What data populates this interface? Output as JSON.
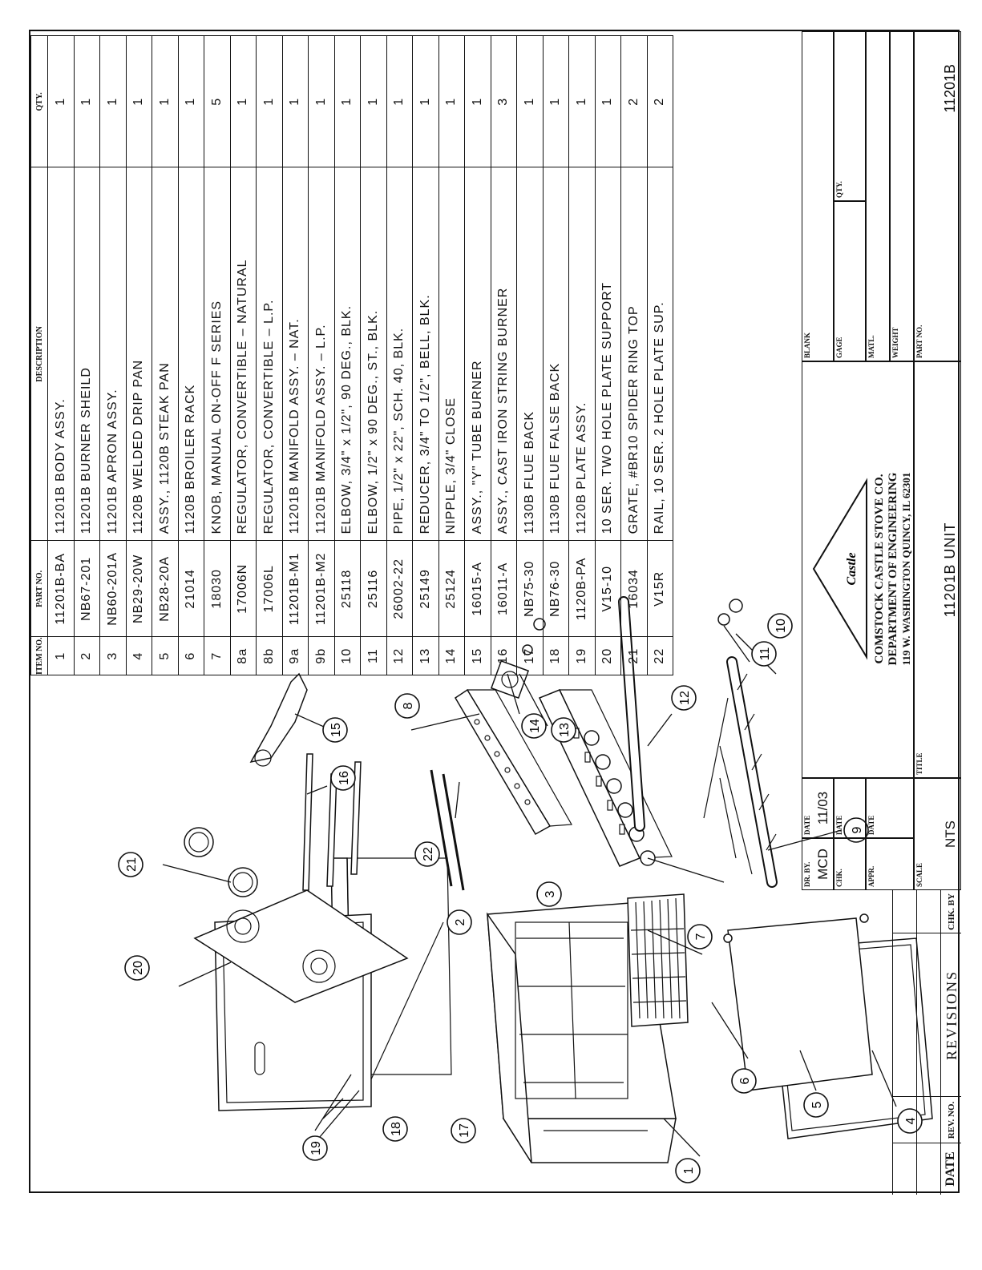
{
  "table": {
    "headers": {
      "item": "ITEM NO.",
      "part": "PART NO.",
      "desc": "DESCRIPTION",
      "qty": "QTY."
    },
    "rows": [
      {
        "item": "1",
        "part": "11201B-BA",
        "desc": "11201B BODY ASSY.",
        "qty": "1"
      },
      {
        "item": "2",
        "part": "NB67-201",
        "desc": "11201B BURNER SHEILD",
        "qty": "1"
      },
      {
        "item": "3",
        "part": "NB60-201A",
        "desc": "11201B APRON ASSY.",
        "qty": "1"
      },
      {
        "item": "4",
        "part": "NB29-20W",
        "desc": "1120B WELDED DRIP PAN",
        "qty": "1"
      },
      {
        "item": "5",
        "part": "NB28-20A",
        "desc": "ASSY., 1120B STEAK PAN",
        "qty": "1"
      },
      {
        "item": "6",
        "part": "21014",
        "desc": "1120B BROILER RACK",
        "qty": "1"
      },
      {
        "item": "7",
        "part": "18030",
        "desc": "KNOB, MANUAL ON-OFF F SERIES",
        "qty": "5"
      },
      {
        "item": "8a",
        "part": "17006N",
        "desc": "REGULATOR, CONVERTIBLE – NATURAL",
        "qty": "1"
      },
      {
        "item": "8b",
        "part": "17006L",
        "desc": "REGULATOR, CONVERTIBLE – L.P.",
        "qty": "1"
      },
      {
        "item": "9a",
        "part": "11201B-M1",
        "desc": "11201B MANIFOLD ASSY. – NAT.",
        "qty": "1"
      },
      {
        "item": "9b",
        "part": "11201B-M2",
        "desc": "11201B MANIFOLD ASSY. – L.P.",
        "qty": "1"
      },
      {
        "item": "10",
        "part": "25118",
        "desc": "ELBOW, 3/4\" x 1/2\", 90 DEG., BLK.",
        "qty": "1"
      },
      {
        "item": "11",
        "part": "25116",
        "desc": "ELBOW, 1/2\" x 90 DEG., ST., BLK.",
        "qty": "1"
      },
      {
        "item": "12",
        "part": "26002-22",
        "desc": "PIPE, 1/2\" x 22\", SCH. 40, BLK.",
        "qty": "1"
      },
      {
        "item": "13",
        "part": "25149",
        "desc": "REDUCER, 3/4\" TO 1/2\", BELL, BLK.",
        "qty": "1"
      },
      {
        "item": "14",
        "part": "25124",
        "desc": "NIPPLE, 3/4\" CLOSE",
        "qty": "1"
      },
      {
        "item": "15",
        "part": "16015-A",
        "desc": "ASSY., \"Y\" TUBE BURNER",
        "qty": "1"
      },
      {
        "item": "16",
        "part": "16011-A",
        "desc": "ASSY., CAST IRON STRING BURNER",
        "qty": "3"
      },
      {
        "item": "17",
        "part": "NB75-30",
        "desc": "1130B FLUE BACK",
        "qty": "1"
      },
      {
        "item": "18",
        "part": "NB76-30",
        "desc": "1130B FLUE FALSE BACK",
        "qty": "1"
      },
      {
        "item": "19",
        "part": "1120B-PA",
        "desc": "1120B PLATE ASSY.",
        "qty": "1"
      },
      {
        "item": "20",
        "part": "V15-10",
        "desc": "10 SER. TWO HOLE PLATE SUPPORT",
        "qty": "1"
      },
      {
        "item": "21",
        "part": "16034",
        "desc": "GRATE, #BR10 SPIDER RING TOP",
        "qty": "2"
      },
      {
        "item": "22",
        "part": "V15R",
        "desc": "RAIL, 10 SER. 2 HOLE PLATE SUP.",
        "qty": "2"
      }
    ]
  },
  "title_block": {
    "dr_by_label": "DR. BY.",
    "dr_by": "MCD",
    "date_label": "DATE",
    "date": "11/03",
    "chk_label": "CHK.",
    "chk_date_label": "DATE",
    "appr_label": "APPR.",
    "appr_date_label": "DATE",
    "scale_label": "SCALE",
    "scale": "NTS",
    "logo_text": "Castle",
    "company": "COMSTOCK CASTLE STOVE CO.",
    "department": "DEPARTMENT OF ENGINEERING",
    "address": "119 W. WASHINGTON   QUINCY, IL 62301",
    "title_label": "TITLE",
    "title": "11201B UNIT",
    "blank_label": "BLANK",
    "gage_label": "GAGE",
    "qty_label": "QTY.",
    "matl_label": "MATL.",
    "weight_label": "WEIGHT",
    "part_no_label": "PART NO.",
    "part_no": "11201B"
  },
  "revisions": {
    "title": "REVISIONS",
    "date_label": "DATE",
    "rev_no_label": "REV. NO.",
    "chk_by_label": "CHK. BY"
  },
  "callouts": [
    "1",
    "2",
    "3",
    "4",
    "5",
    "6",
    "7",
    "8",
    "9",
    "10",
    "11",
    "12",
    "13",
    "14",
    "15",
    "16",
    "17",
    "18",
    "19",
    "20",
    "21",
    "22"
  ]
}
